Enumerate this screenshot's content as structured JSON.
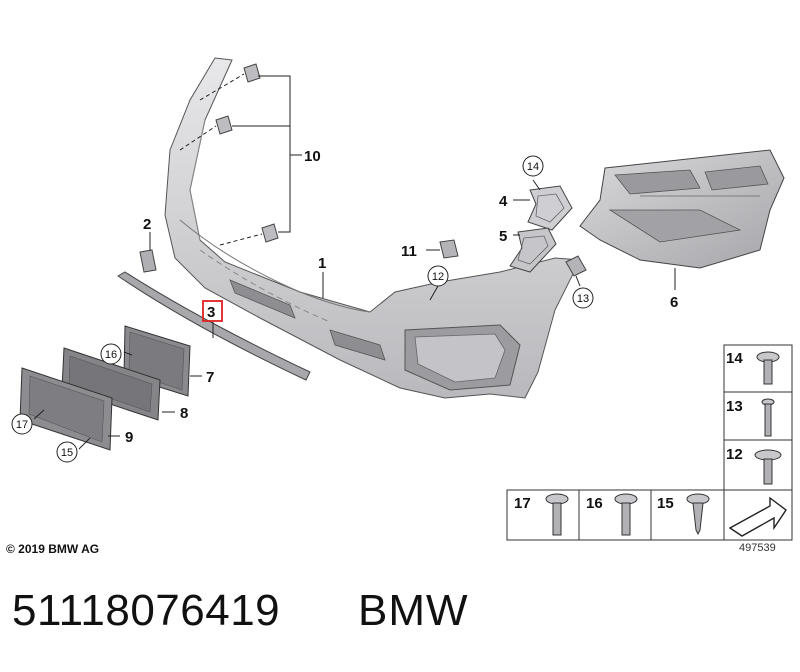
{
  "labels": {
    "p1": "1",
    "p2": "2",
    "p3": "3",
    "p4": "4",
    "p5": "5",
    "p6": "6",
    "p7": "7",
    "p8": "8",
    "p9": "9",
    "p10": "10",
    "p11": "11",
    "c12": "12",
    "c13": "13",
    "c14": "14",
    "c15": "15",
    "c16": "16",
    "c17": "17"
  },
  "highlight_color": "#e02020",
  "fastener_table": {
    "right_column": [
      "14",
      "13",
      "12"
    ],
    "bottom_row": [
      "17",
      "16",
      "15"
    ]
  },
  "copyright": "© 2019 BMW AG",
  "figure_number": "497539",
  "part_number": "51118076419",
  "brand": "BMW"
}
